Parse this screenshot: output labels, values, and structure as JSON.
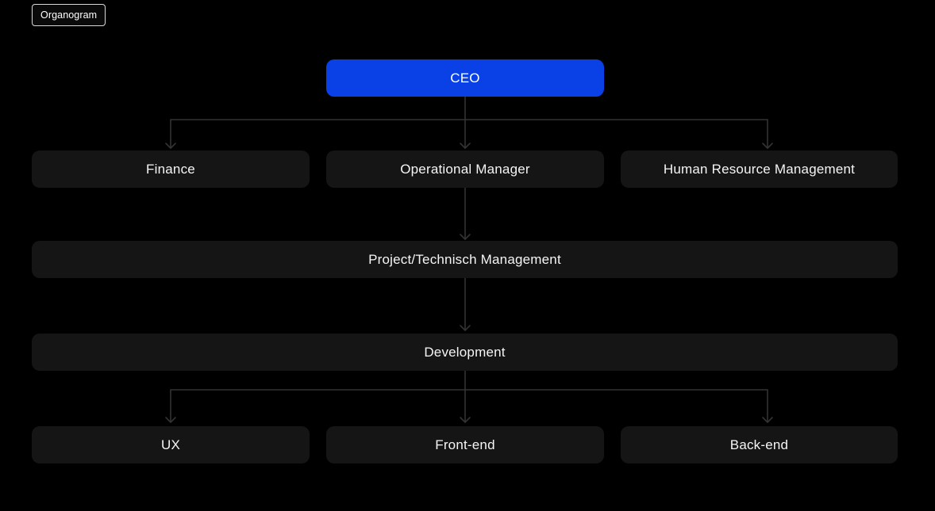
{
  "canvas": {
    "frame_label": "Organogram"
  },
  "colors": {
    "background": "#000000",
    "node_background": "#151515",
    "accent": "#0a41e6",
    "text": "#ffffff",
    "connector": "#333333",
    "badge_border": "#d9d9d9"
  },
  "org_chart": {
    "nodes": [
      {
        "id": "ceo",
        "label": "CEO",
        "level": 0,
        "highlighted": true
      },
      {
        "id": "finance",
        "label": "Finance",
        "level": 1,
        "highlighted": false
      },
      {
        "id": "operational-manager",
        "label": "Operational Manager",
        "level": 1,
        "highlighted": false
      },
      {
        "id": "human-resource-management",
        "label": "Human Resource Management",
        "level": 1,
        "highlighted": false
      },
      {
        "id": "project-technisch-management",
        "label": "Project/Technisch Management",
        "level": 2,
        "highlighted": false
      },
      {
        "id": "development",
        "label": "Development",
        "level": 3,
        "highlighted": false
      },
      {
        "id": "ux",
        "label": "UX",
        "level": 4,
        "highlighted": false
      },
      {
        "id": "front-end",
        "label": "Front-end",
        "level": 4,
        "highlighted": false
      },
      {
        "id": "back-end",
        "label": "Back-end",
        "level": 4,
        "highlighted": false
      }
    ],
    "edges": [
      {
        "from": "ceo",
        "to": "finance"
      },
      {
        "from": "ceo",
        "to": "operational-manager"
      },
      {
        "from": "ceo",
        "to": "human-resource-management"
      },
      {
        "from": "operational-manager",
        "to": "project-technisch-management"
      },
      {
        "from": "project-technisch-management",
        "to": "development"
      },
      {
        "from": "development",
        "to": "ux"
      },
      {
        "from": "development",
        "to": "front-end"
      },
      {
        "from": "development",
        "to": "back-end"
      }
    ]
  }
}
